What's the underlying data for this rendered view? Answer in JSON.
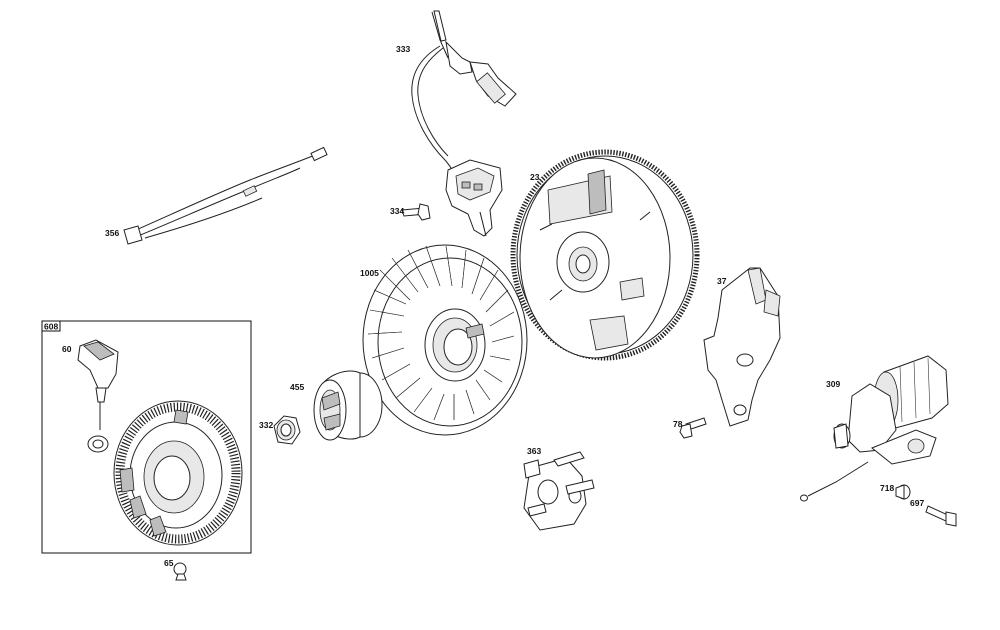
{
  "labels": {
    "p333": "333",
    "p23": "23",
    "p334": "334",
    "p356": "356",
    "p1005": "1005",
    "p37": "37",
    "p608": "608",
    "p60": "60",
    "p455": "455",
    "p332": "332",
    "p309": "309",
    "p78": "78",
    "p363": "363",
    "p718": "718",
    "p697": "697",
    "p65": "65"
  }
}
